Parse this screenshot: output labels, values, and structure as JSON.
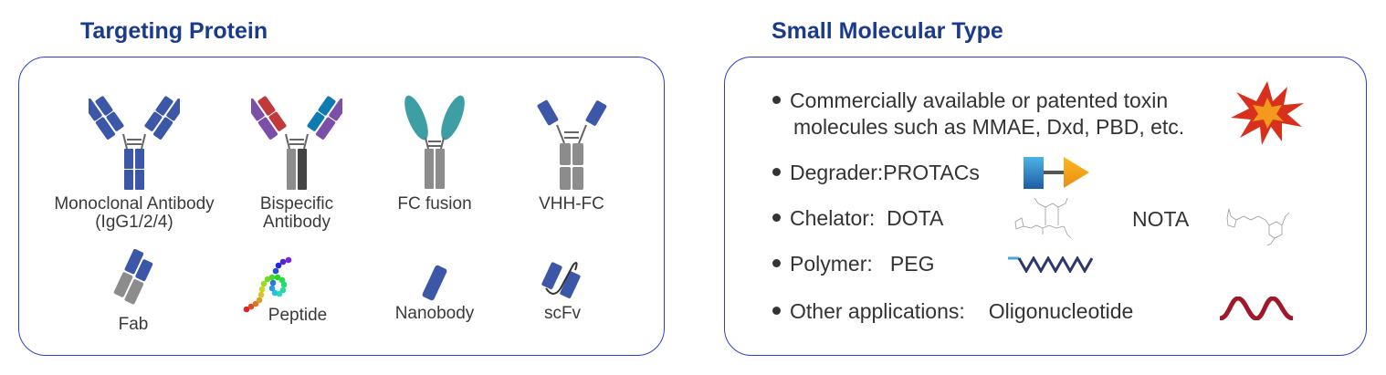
{
  "left": {
    "title": "Targeting Protein",
    "items": [
      {
        "label": "Monoclonal Antibody",
        "sublabel": "(IgG1/2/4)",
        "icon": "monoclonal-antibody-icon"
      },
      {
        "label": "Bispecific",
        "sublabel": "Antibody",
        "icon": "bispecific-antibody-icon"
      },
      {
        "label": "FC fusion",
        "icon": "fc-fusion-icon"
      },
      {
        "label": "VHH-FC",
        "icon": "vhh-fc-icon"
      },
      {
        "label": "Fab",
        "icon": "fab-icon"
      },
      {
        "label": "Peptide",
        "icon": "peptide-icon"
      },
      {
        "label": "Nanobody",
        "icon": "nanobody-icon"
      },
      {
        "label": "scFv",
        "icon": "scfv-icon"
      }
    ]
  },
  "right": {
    "title": "Small Molecular Type",
    "rows": [
      {
        "line1": "Commercially available or patented toxin",
        "line2": "molecules such as MMAE, Dxd, PBD, etc.",
        "icon": "explosion-icon"
      },
      {
        "label": "Degrader:",
        "value": "PROTACs",
        "icon": "protac-icon"
      },
      {
        "label": "Chelator:",
        "value": "DOTA",
        "value2": "NOTA",
        "icon": "chemical-structure-icon"
      },
      {
        "label": "Polymer:",
        "value": "PEG",
        "icon": "peg-wave-icon"
      },
      {
        "label": "Other applications:",
        "value": "Oligonucleotide",
        "icon": "oligonucleotide-wave-icon"
      }
    ]
  },
  "colors": {
    "title": "#1a3a8c",
    "border": "#2f3fc4",
    "antibody_blue": "#3c57a8",
    "gray": "#8c8c8c"
  }
}
